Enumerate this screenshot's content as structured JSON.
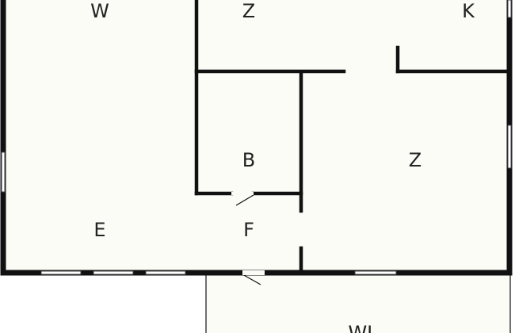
{
  "colors": {
    "floor": "#fcfcf6",
    "wall": "#111111",
    "background": "#ffffff"
  },
  "rooms": {
    "w_top": "W",
    "z_top": "Z",
    "k": "K",
    "b": "B",
    "z_right": "Z",
    "e": "E",
    "f": "F",
    "wl": "WL"
  }
}
